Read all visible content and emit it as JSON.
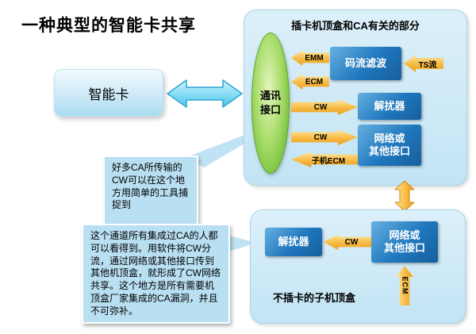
{
  "title": "一种典型的智能卡共享",
  "colors": {
    "panel_blue": "#c2e4f4",
    "box_blue": "#1f77bd",
    "arrow_orange": "#f7bb45",
    "link_cyan": "#8adef5",
    "ellipse_green": "#6cbb35"
  },
  "smart_card": {
    "label": "智能卡"
  },
  "top_panel": {
    "title": "插卡机顶盒和CA有关的部分",
    "comm_interface_label": "通讯\n接口",
    "stream_filter_label": "码流滤波",
    "descrambler_label": "解扰器",
    "network_label": "网络或\n其他接口",
    "arrow_emm": "EMM",
    "arrow_ecm": "ECM",
    "arrow_ts": "TS流",
    "arrow_cw_descrambler": "CW",
    "arrow_cw_network": "CW",
    "arrow_sub_ecm": "子机ECM"
  },
  "bottom_panel": {
    "title": "不插卡的子机顶盒",
    "descrambler_label": "解扰器",
    "network_label": "网络或\n其他接口",
    "arrow_cw": "CW",
    "arrow_ecm": "ECM"
  },
  "callouts": {
    "capture": "好多CA所传输的CW可以在这个地方用简单的工具捕捉到",
    "sharing": "这个通道所有集成过CA的人都可以看得到。用软件将CW分流，通过网络或其他接口传到其他机顶盒，就形成了CW网络共享。这个地方是所有需要机顶盒厂家集成的CA漏洞，并且不可弥补。"
  }
}
